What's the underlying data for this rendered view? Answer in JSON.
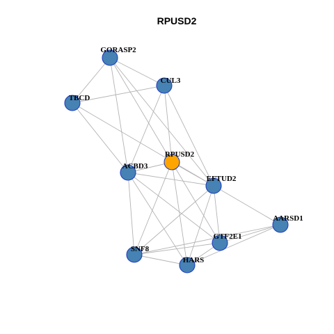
{
  "title": "RPUSD2",
  "colors": {
    "node_fill": "#4682b4",
    "center_fill": "#ffa500",
    "node_stroke": "#1f3fbf",
    "edge": "#b3b3b3"
  },
  "nodes": [
    {
      "id": "GORASP2",
      "label": "GORASP2",
      "center": false
    },
    {
      "id": "CUL3",
      "label": "CUL3",
      "center": false
    },
    {
      "id": "TBCD",
      "label": "TBCD",
      "center": false
    },
    {
      "id": "RPUSD2",
      "label": "RPUSD2",
      "center": true
    },
    {
      "id": "ACBD3",
      "label": "ACBD3",
      "center": false
    },
    {
      "id": "EFTUD2",
      "label": "EFTUD2",
      "center": false
    },
    {
      "id": "AARSD1",
      "label": "AARSD1",
      "center": false
    },
    {
      "id": "GTF2E1",
      "label": "GTF2E1",
      "center": false
    },
    {
      "id": "SNF8",
      "label": "SNF8",
      "center": false
    },
    {
      "id": "HARS",
      "label": "HARS",
      "center": false
    }
  ],
  "edges": [
    [
      "GORASP2",
      "CUL3"
    ],
    [
      "GORASP2",
      "TBCD"
    ],
    [
      "GORASP2",
      "ACBD3"
    ],
    [
      "GORASP2",
      "RPUSD2"
    ],
    [
      "GORASP2",
      "EFTUD2"
    ],
    [
      "CUL3",
      "TBCD"
    ],
    [
      "CUL3",
      "ACBD3"
    ],
    [
      "CUL3",
      "RPUSD2"
    ],
    [
      "CUL3",
      "EFTUD2"
    ],
    [
      "TBCD",
      "ACBD3"
    ],
    [
      "TBCD",
      "EFTUD2"
    ],
    [
      "ACBD3",
      "RPUSD2"
    ],
    [
      "ACBD3",
      "EFTUD2"
    ],
    [
      "ACBD3",
      "SNF8"
    ],
    [
      "ACBD3",
      "HARS"
    ],
    [
      "ACBD3",
      "GTF2E1"
    ],
    [
      "RPUSD2",
      "EFTUD2"
    ],
    [
      "RPUSD2",
      "SNF8"
    ],
    [
      "RPUSD2",
      "HARS"
    ],
    [
      "RPUSD2",
      "GTF2E1"
    ],
    [
      "EFTUD2",
      "AARSD1"
    ],
    [
      "EFTUD2",
      "GTF2E1"
    ],
    [
      "EFTUD2",
      "SNF8"
    ],
    [
      "EFTUD2",
      "HARS"
    ],
    [
      "AARSD1",
      "GTF2E1"
    ],
    [
      "AARSD1",
      "HARS"
    ],
    [
      "AARSD1",
      "SNF8"
    ],
    [
      "GTF2E1",
      "SNF8"
    ],
    [
      "GTF2E1",
      "HARS"
    ],
    [
      "SNF8",
      "HARS"
    ]
  ]
}
